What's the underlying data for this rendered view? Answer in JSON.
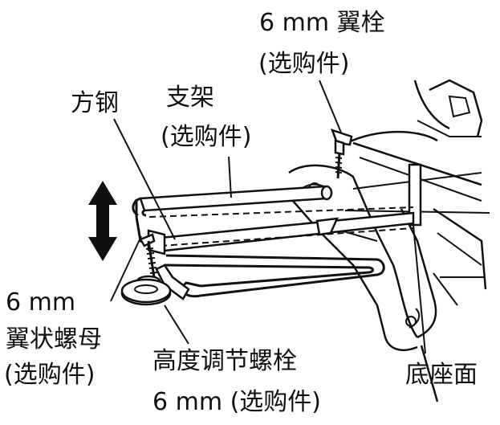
{
  "labels": {
    "wing_bolt_line1": "6 mm 翼栓",
    "wing_bolt_line2": "(选购件)",
    "square_steel": "方钢",
    "bracket_line1": "支架",
    "bracket_line2": "(选购件)",
    "wing_nut_line1": "6 mm",
    "wing_nut_line2": "翼状螺母",
    "wing_nut_line3": "(选购件)",
    "height_bolt_line1": "高度调节螺栓",
    "height_bolt_line2": "6 mm (选购件)",
    "base_surface": "底座面"
  },
  "icons": {
    "height_arrow": "double-vertical-arrow-icon"
  }
}
